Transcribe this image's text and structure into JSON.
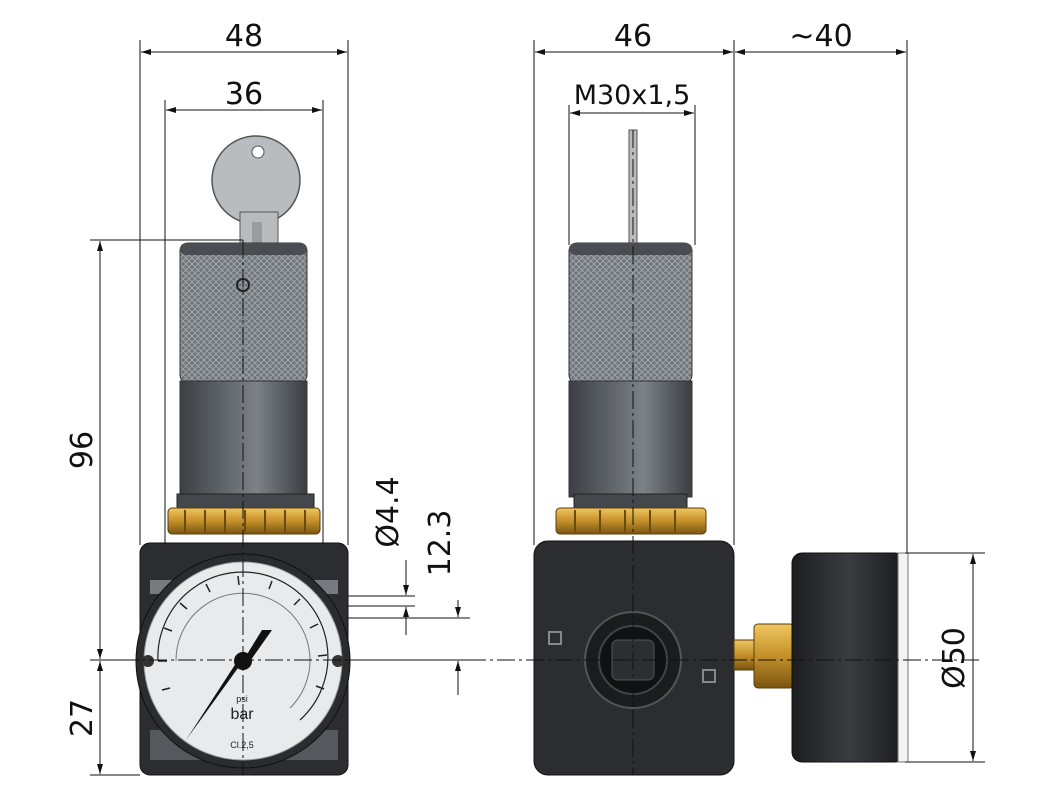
{
  "dimensions": {
    "front_width": "48",
    "key_width": "36",
    "height_total": "96",
    "height_lower": "27",
    "hole_diameter": "Ø4.4",
    "hole_spacing": "12.3",
    "side_width": "46",
    "thread": "M30x1,5",
    "gauge_depth": "~40",
    "gauge_diameter": "Ø50"
  },
  "gauge": {
    "unit_primary": "bar",
    "unit_secondary": "psi",
    "class_label": "Cl.2,5"
  },
  "colors": {
    "knob": "#6e7277",
    "body": "#2b2d30",
    "brass": "#c99a2e",
    "key": "#b9bcbf"
  }
}
